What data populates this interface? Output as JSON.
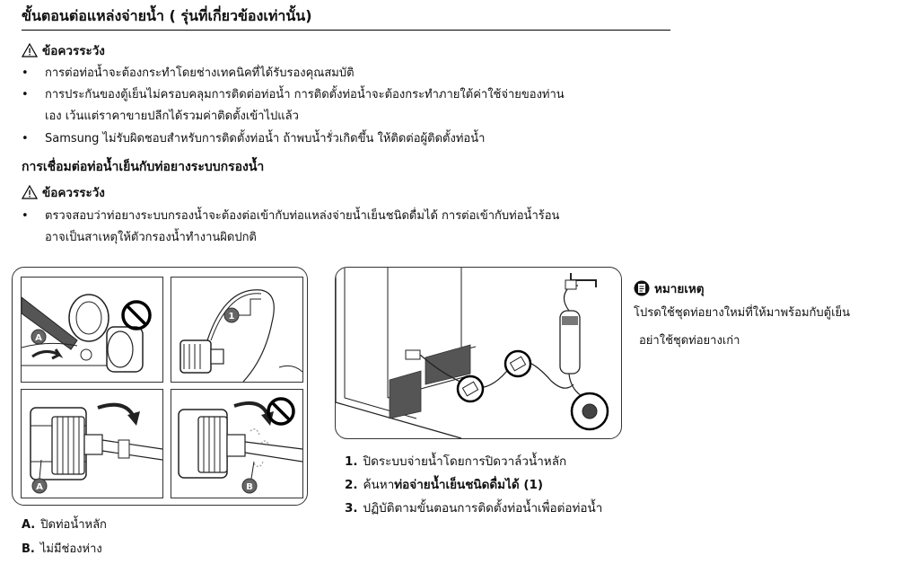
{
  "page": {
    "title": "ขั้นตอนต่อแหล่งจ่ายน้ำ ( รุ่นที่เกี่ยวข้องเท่านั้น)",
    "caution_label": "ข้อควรระวัง",
    "caution1_bullets": [
      [
        "การต่อท่อน้ำจะต้องกระทำโดยช่างเทคนิคที่ได้รับรองคุณสมบัติ"
      ],
      [
        "การประกันของตู้เย็นไม่ครอบคลุมการติดต่อท่อน้ำ การติดตั้งท่อน้ำจะต้องกระทำภายใต้ค่าใช้จ่ายของท่าน",
        "เอง เว้นแต่ราคาขายปลีกได้รวมค่าติดตั้งเข้าไปแล้ว"
      ],
      [
        "Samsung ไม่รับผิดชอบสำหรับการติดตั้งท่อน้ำ ถ้าพบน้ำรั่วเกิดขึ้น ให้ติดต่อผู้ติดตั้งท่อน้ำ"
      ]
    ],
    "subheading": "การเชื่อมต่อท่อน้ำเย็นกับท่อยางระบบกรองน้ำ",
    "caution2_bullets": [
      [
        "ตรวจสอบว่าท่อยางระบบกรองน้ำจะต้องต่อเข้ากับท่อแหล่งจ่ายน้ำเย็นชนิดดื่มได้ การต่อเข้ากับท่อน้ำร้อน",
        "อาจเป็นสาเหตุให้ตัวกรองน้ำทำงานผิดปกติ"
      ]
    ],
    "bullet_char": "•",
    "figure_labels": {
      "a": "A",
      "b": "B",
      "one": "1"
    },
    "legend": [
      {
        "key": "A.",
        "text": "ปิดท่อน้ำหลัก"
      },
      {
        "key": "B.",
        "text": "ไม่มีช่องห่าง"
      }
    ],
    "steps": [
      {
        "num": "1.",
        "pre": "ปิดระบบจ่ายน้ำโดยการปิดวาล์วน้ำหลัก",
        "bold": "",
        "post": ""
      },
      {
        "num": "2.",
        "pre": "ค้นหา",
        "bold": "ท่อจ่ายน้ำเย็นชนิดดื่มได้ (1)",
        "post": ""
      },
      {
        "num": "3.",
        "pre": "ปฏิบัติตามขั้นตอนการติดตั้งท่อน้ำเพื่อต่อท่อน้ำ",
        "bold": "",
        "post": ""
      }
    ],
    "note": {
      "title": "หมายเหตุ",
      "lines": [
        "โปรดใช้ชุดท่อยางใหม่ที่ให้มาพร้อมกับตู้เย็น",
        "อย่าใช้ชุดท่อยางเก่า"
      ]
    },
    "icons": {
      "warning": "warning-triangle-icon",
      "note": "note-icon",
      "prohibited": "prohibited-icon"
    }
  }
}
